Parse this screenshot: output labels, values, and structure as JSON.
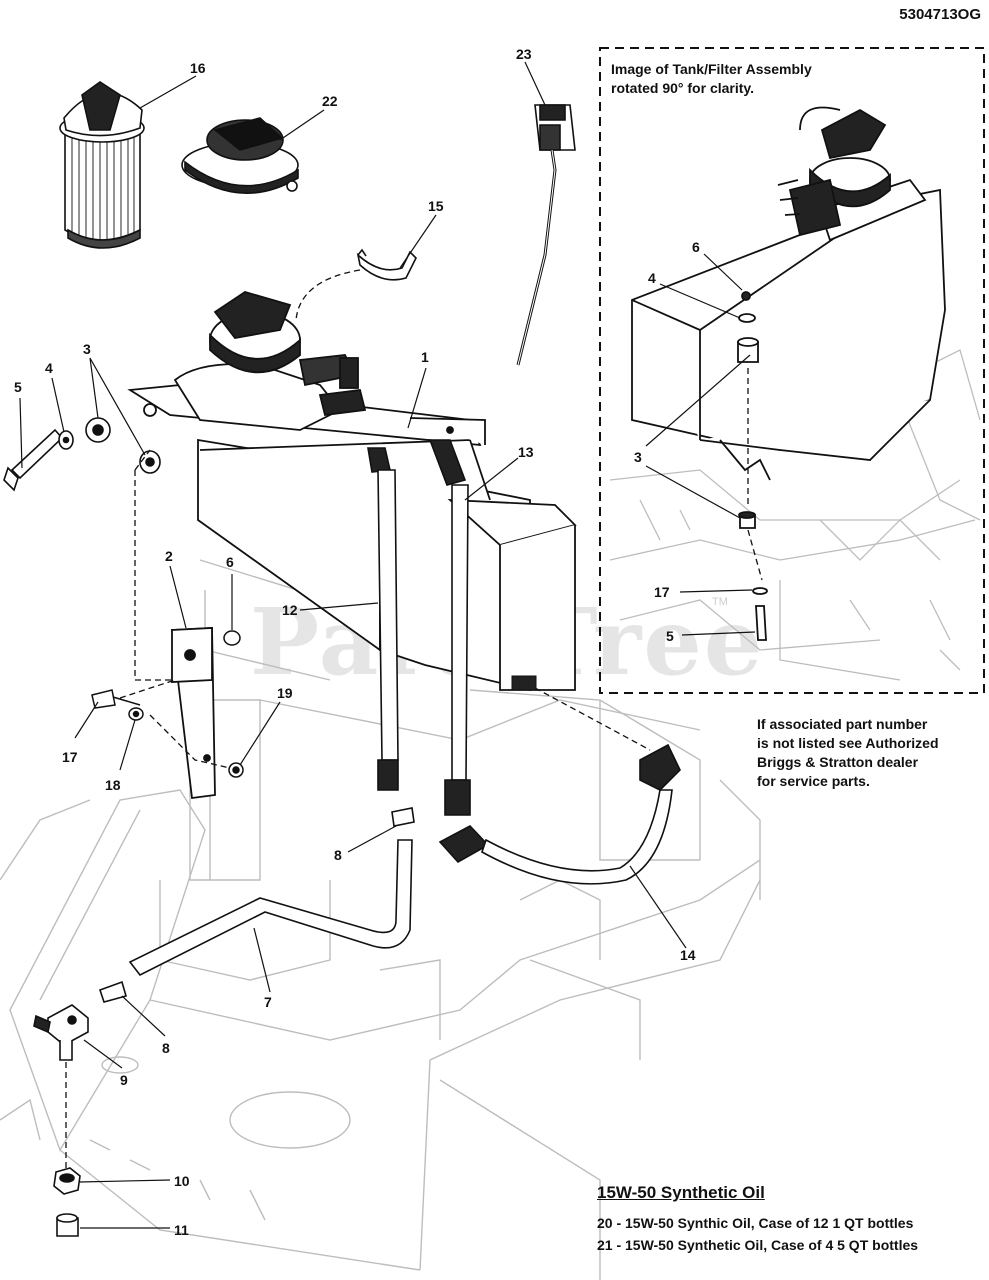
{
  "doc_id": "5304713OG",
  "inset_caption": [
    "Image of Tank/Filter Assembly",
    "rotated 90° for clarity."
  ],
  "dealer_note": [
    "If associated part number",
    "is not listed see Authorized",
    "Briggs & Stratton dealer",
    "for service parts."
  ],
  "oil": {
    "title": "15W-50 Synthetic Oil",
    "items": [
      "20 - 15W-50 Synthic Oil, Case of 12 1 QT bottles",
      "21 - 15W-50 Synthetic Oil, Case of 4 5 QT bottles"
    ]
  },
  "watermark": "PartsTree",
  "watermark_tm": "TM",
  "callouts": {
    "c1": "1",
    "c2": "2",
    "c3a": "3",
    "c3b": "3",
    "c4a": "4",
    "c4b": "4",
    "c5a": "5",
    "c5b": "5",
    "c6a": "6",
    "c6b": "6",
    "c7": "7",
    "c8a": "8",
    "c8b": "8",
    "c9": "9",
    "c10": "10",
    "c11": "11",
    "c12": "12",
    "c13": "13",
    "c14": "14",
    "c15": "15",
    "c16": "16",
    "c17a": "17",
    "c17b": "17",
    "c18": "18",
    "c19": "19",
    "c22": "22",
    "c23": "23"
  }
}
